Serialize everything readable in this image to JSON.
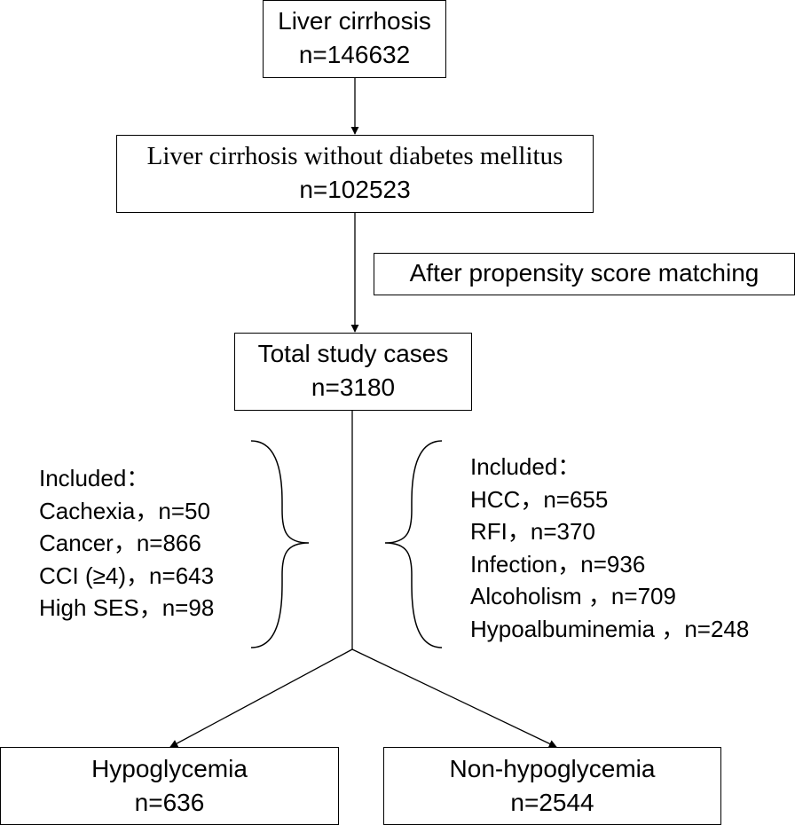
{
  "nodes": {
    "liver_cirrhosis": {
      "title": "Liver cirrhosis",
      "count": "n=146632"
    },
    "without_dm": {
      "title": "Liver cirrhosis without diabetes mellitus",
      "count": "n=102523"
    },
    "psm_note": "After propensity score matching",
    "total": {
      "title": "Total study cases",
      "count": "n=3180"
    },
    "hypoglycemia": {
      "title": "Hypoglycemia",
      "count": "n=636"
    },
    "non_hypoglycemia": {
      "title": "Non-hypoglycemia",
      "count": "n=2544"
    }
  },
  "left_covariates": {
    "heading": "Included：",
    "items": [
      "Cachexia，n=50",
      "Cancer，n=866",
      "CCI (≥4)，n=643",
      "High SES，n=98"
    ]
  },
  "right_covariates": {
    "heading": "Included：",
    "items": [
      "HCC，n=655",
      "RFI，n=370",
      "Infection，n=936",
      "Alcoholism ，n=709",
      "Hypoalbuminemia ，n=248"
    ]
  }
}
